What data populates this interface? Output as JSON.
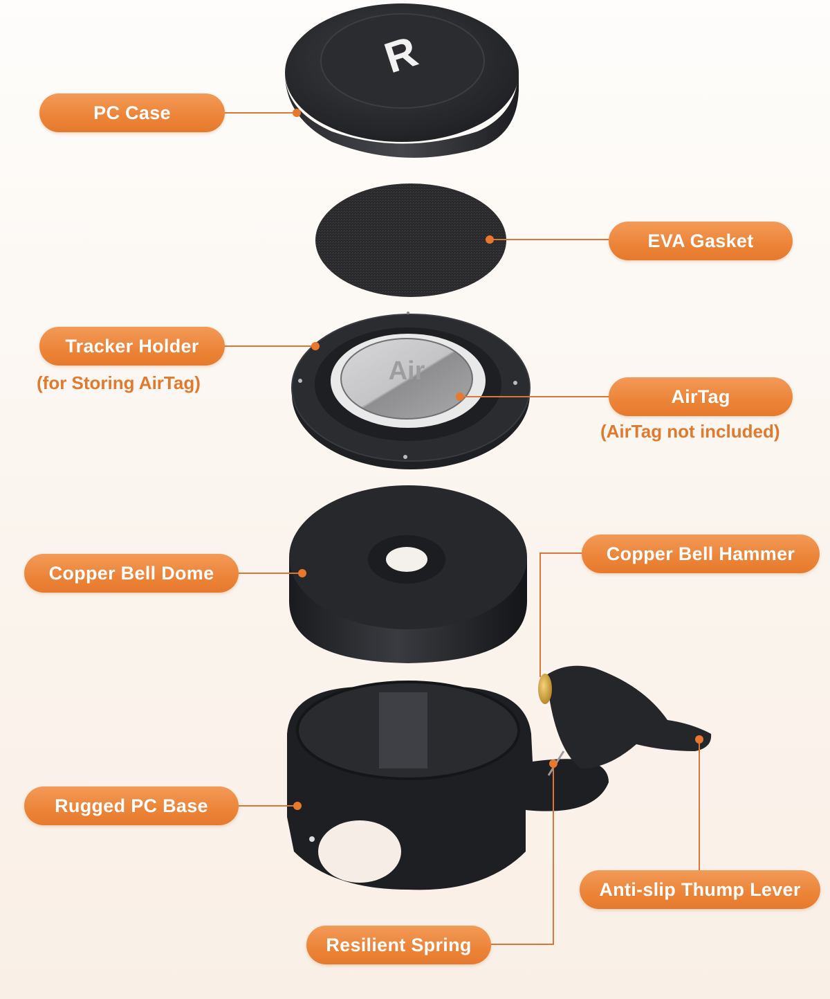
{
  "colors": {
    "accent": "#ec8438",
    "accent_text": "#e07a2f",
    "background": "#fbf5ef",
    "part_black": "#1e1f22"
  },
  "parts": {
    "pc_case": {
      "label": "PC Case",
      "logo_text": "R"
    },
    "eva_gasket": {
      "label": "EVA Gasket"
    },
    "tracker_holder": {
      "label": "Tracker Holder",
      "note": "(for Storing AirTag)"
    },
    "airtag": {
      "label": "AirTag",
      "note": "(AirTag not included)",
      "engraving": "Air"
    },
    "copper_bell_dome": {
      "label": "Copper Bell Dome"
    },
    "copper_bell_hammer": {
      "label": "Copper Bell Hammer"
    },
    "rugged_pc_base": {
      "label": "Rugged PC Base"
    },
    "anti_slip_thump_lever": {
      "label": "Anti-slip Thump Lever"
    },
    "resilient_spring": {
      "label": "Resilient Spring"
    }
  }
}
